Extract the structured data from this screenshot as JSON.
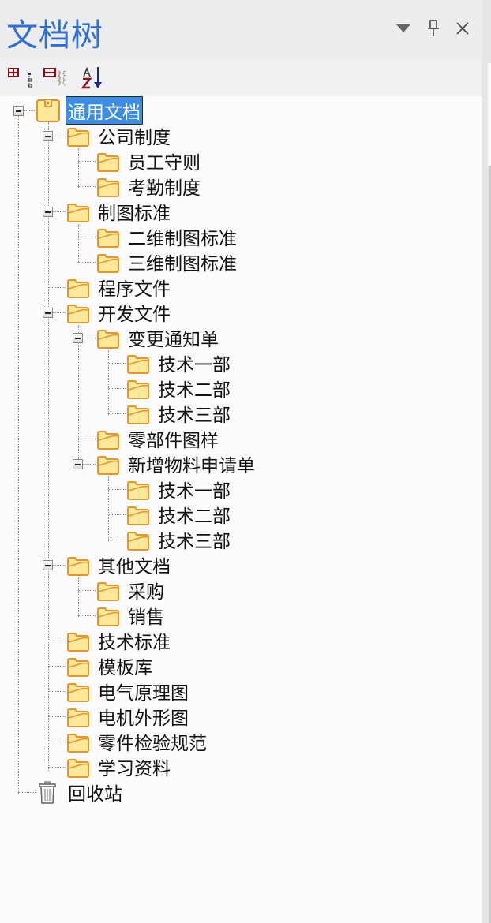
{
  "panel": {
    "title": "文档树",
    "controls": [
      {
        "name": "dropdown-icon",
        "glyph": "▼"
      },
      {
        "name": "pin-icon",
        "glyph": "푸"
      },
      {
        "name": "close-icon",
        "glyph": "✕"
      }
    ]
  },
  "toolbar": {
    "buttons": [
      {
        "name": "expand-all-button",
        "icon": "expand-all-icon"
      },
      {
        "name": "collapse-all-button",
        "icon": "collapse-all-icon"
      },
      {
        "name": "sort-az-button",
        "icon": "sort-az-icon"
      }
    ]
  },
  "colors": {
    "title": "#2f6fd1",
    "selection": "#3d8de0",
    "folder_fill": "#fde79a",
    "folder_stroke": "#e0962a"
  },
  "tree": {
    "root": {
      "label": "通用文档",
      "selected": true
    },
    "nodes": [
      {
        "label": "公司制度",
        "level": 1,
        "expanded": true
      },
      {
        "label": "员工守则",
        "level": 2
      },
      {
        "label": "考勤制度",
        "level": 2
      },
      {
        "label": "制图标准",
        "level": 1,
        "expanded": true
      },
      {
        "label": "二维制图标准",
        "level": 2
      },
      {
        "label": "三维制图标准",
        "level": 2
      },
      {
        "label": "程序文件",
        "level": 1
      },
      {
        "label": "开发文件",
        "level": 1,
        "expanded": true
      },
      {
        "label": "变更通知单",
        "level": 2,
        "expanded": true
      },
      {
        "label": "技术一部",
        "level": 3
      },
      {
        "label": "技术二部",
        "level": 3
      },
      {
        "label": "技术三部",
        "level": 3
      },
      {
        "label": "零部件图样",
        "level": 2
      },
      {
        "label": "新增物料申请单",
        "level": 2,
        "expanded": true
      },
      {
        "label": "技术一部",
        "level": 3
      },
      {
        "label": "技术二部",
        "level": 3
      },
      {
        "label": "技术三部",
        "level": 3
      },
      {
        "label": "其他文档",
        "level": 1,
        "expanded": true
      },
      {
        "label": "采购",
        "level": 2
      },
      {
        "label": "销售",
        "level": 2
      },
      {
        "label": "技术标准",
        "level": 1
      },
      {
        "label": "模板库",
        "level": 1
      },
      {
        "label": "电气原理图",
        "level": 1
      },
      {
        "label": "电机外形图",
        "level": 1
      },
      {
        "label": "零件检验规范",
        "level": 1
      },
      {
        "label": "学习资料",
        "level": 1
      }
    ],
    "recycle_bin": {
      "label": "回收站"
    }
  }
}
